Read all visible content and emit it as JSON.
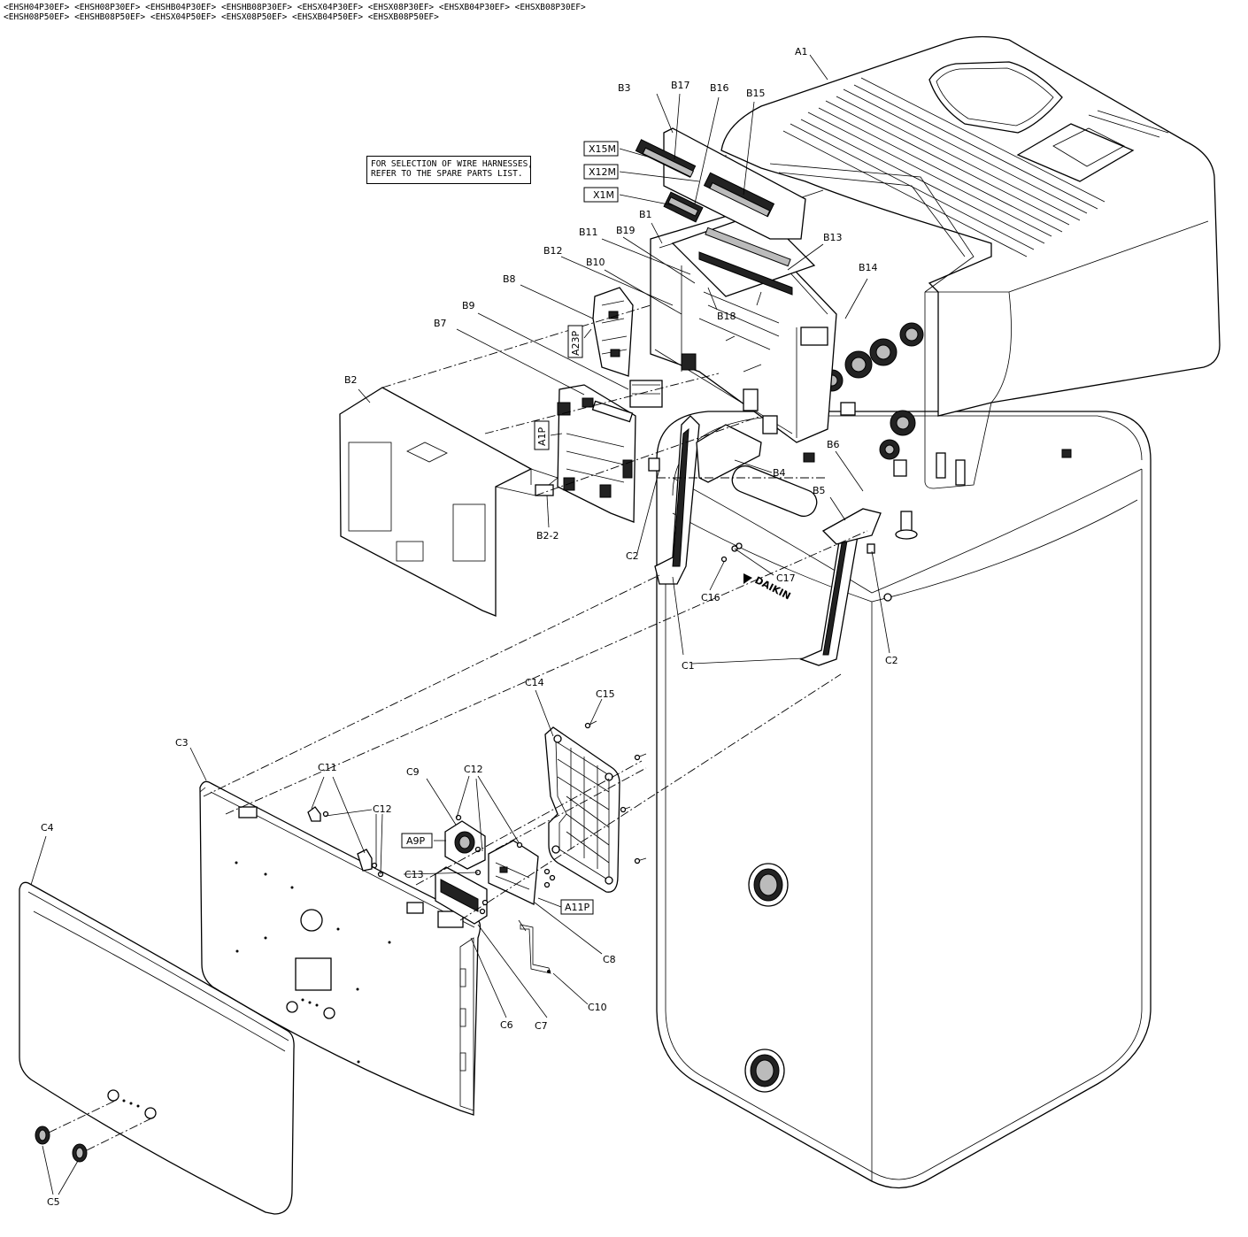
{
  "header": {
    "models_line1": "<EHSH04P30EF> <EHSH08P30EF> <EHSHB04P30EF> <EHSHB08P30EF> <EHSX04P30EF> <EHSX08P30EF> <EHSXB04P30EF> <EHSXB08P30EF>",
    "models_line2": "<EHSH08P50EF> <EHSHB08P50EF> <EHSX04P50EF> <EHSX08P50EF> <EHSXB04P50EF> <EHSXB08P50EF>"
  },
  "note": {
    "line1": "FOR SELECTION OF WIRE HARNESSES,",
    "line2": "REFER TO THE SPARE PARTS LIST."
  },
  "brand": "DAIKIN",
  "boxed_labels": {
    "x15m": "X15M",
    "x12m": "X12M",
    "x1m": "X1M",
    "a23p": "A23P",
    "a1p": "A1P",
    "a9p": "A9P",
    "a11p": "A11P"
  },
  "callouts": {
    "a1": "A1",
    "b1": "B1",
    "b2": "B2",
    "b2_2": "B2-2",
    "b3": "B3",
    "b4": "B4",
    "b5": "B5",
    "b6": "B6",
    "b7": "B7",
    "b8": "B8",
    "b9": "B9",
    "b10": "B10",
    "b11": "B11",
    "b12": "B12",
    "b13": "B13",
    "b14": "B14",
    "b15": "B15",
    "b16": "B16",
    "b17": "B17",
    "b18": "B18",
    "b19": "B19",
    "c1": "C1",
    "c2": "C2",
    "c3": "C3",
    "c4": "C4",
    "c5": "C5",
    "c6": "C6",
    "c7": "C7",
    "c8": "C8",
    "c9": "C9",
    "c10": "C10",
    "c11": "C11",
    "c12": "C12",
    "c13": "C13",
    "c14": "C14",
    "c15": "C15",
    "c16": "C16",
    "c17": "C17"
  }
}
